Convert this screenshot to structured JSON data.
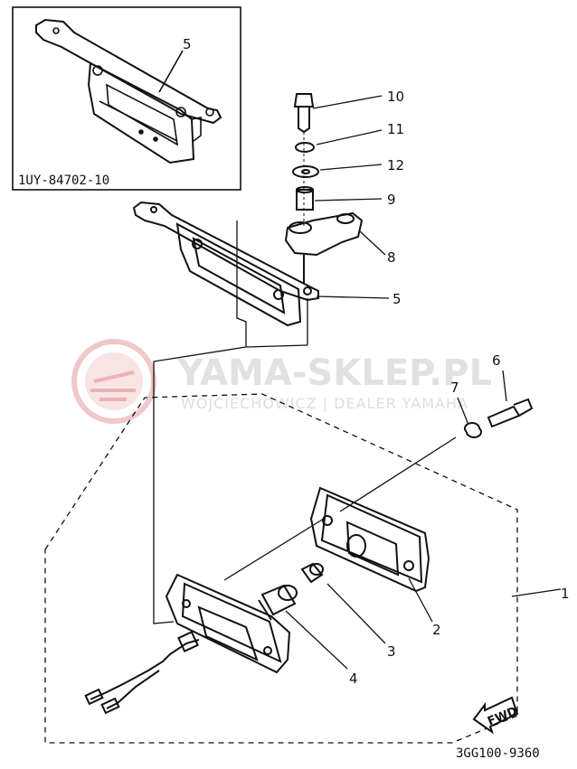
{
  "inset": {
    "part_code": "1UY-84702-10",
    "callout": "5"
  },
  "callouts": {
    "c10": "10",
    "c11": "11",
    "c12": "12",
    "c9": "9",
    "c8": "8",
    "c5": "5",
    "c6": "6",
    "c7": "7",
    "c1": "1",
    "c2": "2",
    "c3": "3",
    "c4": "4"
  },
  "watermark": {
    "title": "YAMA-SKLEP.PL",
    "subtitle": "WOJCIECHOWICZ | DEALER YAMAHA",
    "logo": "yamaha-tuning-fork-logo",
    "color": "#e4a0a0"
  },
  "fwd_label": "FWD",
  "drawing_code": "3GG100-9360"
}
